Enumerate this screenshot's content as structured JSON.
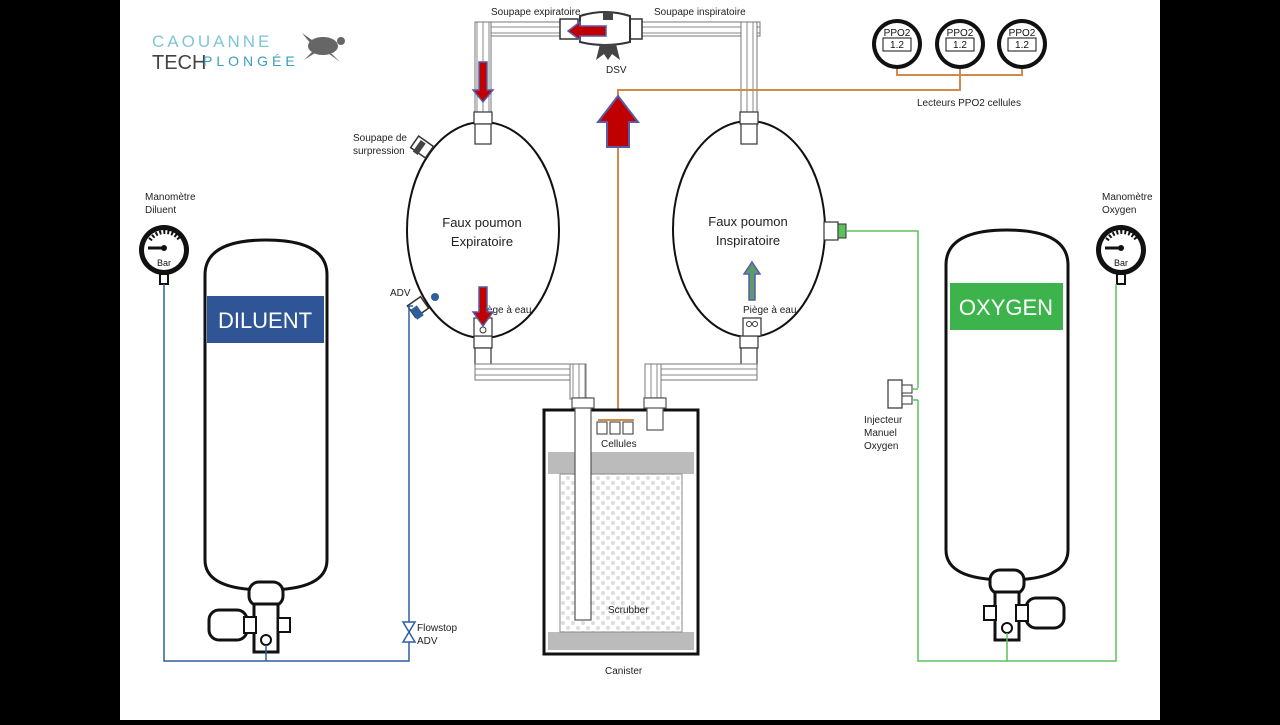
{
  "logo": {
    "line1": "CAOUANNE",
    "line2_a": "TECH",
    "line2_b": "PLONGÉE"
  },
  "labels": {
    "soupape_expiratoire": "Soupape expiratoire",
    "soupape_inspiratoire": "Soupape inspiratoire",
    "dsv": "DSV",
    "lecteurs": "Lecteurs PPO2 cellules",
    "soupape_surpression_1": "Soupape de",
    "soupape_surpression_2": "surpression",
    "faux_poumon_exp_1": "Faux poumon",
    "faux_poumon_exp_2": "Expiratoire",
    "faux_poumon_insp_1": "Faux poumon",
    "faux_poumon_insp_2": "Inspiratoire",
    "piege_eau_left": "Piège à eau",
    "piege_eau_right": "Piège à eau",
    "adv": "ADV",
    "manometre_diluent_1": "Manomètre",
    "manometre_diluent_2": "Diluent",
    "manometre_oxygen_1": "Manomètre",
    "manometre_oxygen_2": "Oxygen",
    "gauge_unit_left": "Bar",
    "gauge_unit_right": "Bar",
    "diluent": "DILUENT",
    "oxygen": "OXYGEN",
    "cellules": "Cellules",
    "scrubber": "Scrubber",
    "canister": "Canister",
    "flowstop_1": "Flowstop",
    "flowstop_2": "ADV",
    "injecteur_1": "Injecteur",
    "injecteur_2": "Manuel",
    "injecteur_3": "Oxygen"
  },
  "ppo2_readers": [
    {
      "label": "PPO2",
      "value": "1.2"
    },
    {
      "label": "PPO2",
      "value": "1.2"
    },
    {
      "label": "PPO2",
      "value": "1.2"
    }
  ],
  "colors": {
    "diluent": "#2f5597",
    "oxygen": "#3cb44b",
    "arrow_red": "#c00000",
    "arrow_green": "#5b9b6a",
    "orange_line": "#d08a4a",
    "blue_line": "#2e5e9e",
    "green_line": "#5cc05c"
  }
}
